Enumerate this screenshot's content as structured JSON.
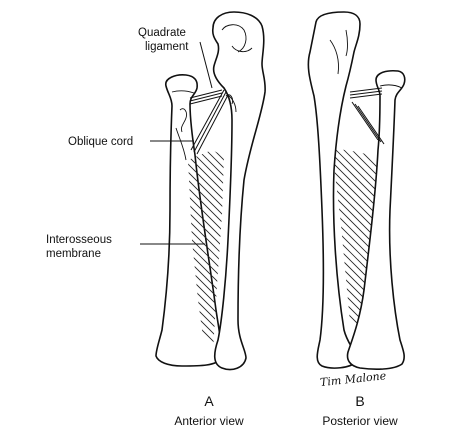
{
  "labels": {
    "quadrate_line1": "Quadrate",
    "quadrate_line2": "ligament",
    "oblique_cord": "Oblique cord",
    "interosseous_line1": "Interosseous",
    "interosseous_line2": "membrane"
  },
  "panels": [
    {
      "letter": "A",
      "caption": "Anterior view"
    },
    {
      "letter": "B",
      "caption": "Posterior view"
    }
  ],
  "signature": "Tim Malone"
}
